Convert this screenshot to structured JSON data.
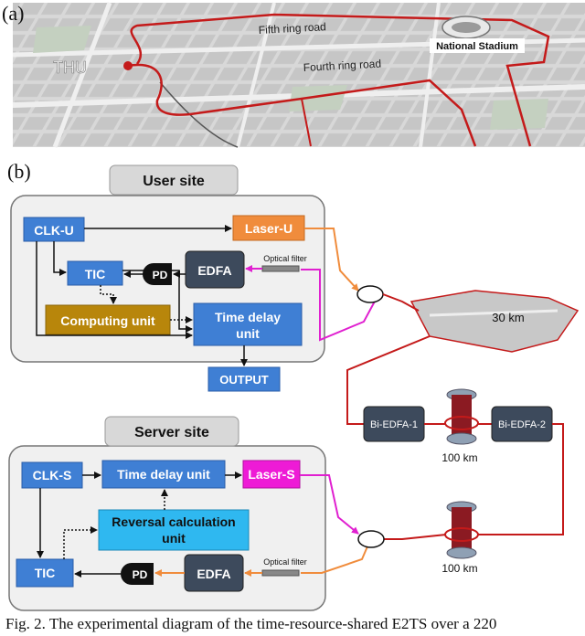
{
  "panel_a": {
    "label": "(a)",
    "thu": "THU",
    "fifth_ring": "Fifth ring road",
    "fourth_ring": "Fourth ring road",
    "stadium": "National Stadium"
  },
  "panel_b": {
    "label": "(b)",
    "user_site": {
      "title": "User site",
      "clk": "CLK-U",
      "laser": "Laser-U",
      "tic": "TIC",
      "pd": "PD",
      "edfa": "EDFA",
      "optical_filter": "Optical filter",
      "computing": "Computing unit",
      "time_delay_line1": "Time delay",
      "time_delay_line2": "unit",
      "output": "OUTPUT"
    },
    "server_site": {
      "title": "Server site",
      "clk": "CLK-S",
      "time_delay": "Time delay unit",
      "laser": "Laser-S",
      "reversal_line1": "Reversal calculation",
      "reversal_line2": "unit",
      "tic": "TIC",
      "pd": "PD",
      "edfa": "EDFA",
      "optical_filter": "Optical filter"
    },
    "link": {
      "km30": "30 km",
      "bi_edfa_1": "Bi-EDFA-1",
      "bi_edfa_2": "Bi-EDFA-2",
      "spool1": "100 km",
      "spool2": "100 km"
    }
  },
  "colors": {
    "blue_box": "#3f7fd4",
    "orange_box": "#f08c3c",
    "gold_box": "#b8860b",
    "cyan_box": "#2fb8f0",
    "magenta_box": "#ee1bd6",
    "edfa_box": "#3d4a5c",
    "orange_fiber": "#f08c3c",
    "magenta_fiber": "#e020d0",
    "red_fiber": "#c41a1a"
  },
  "caption": "Fig. 2. The experimental diagram of the time-resource-shared E2TS over a 220"
}
